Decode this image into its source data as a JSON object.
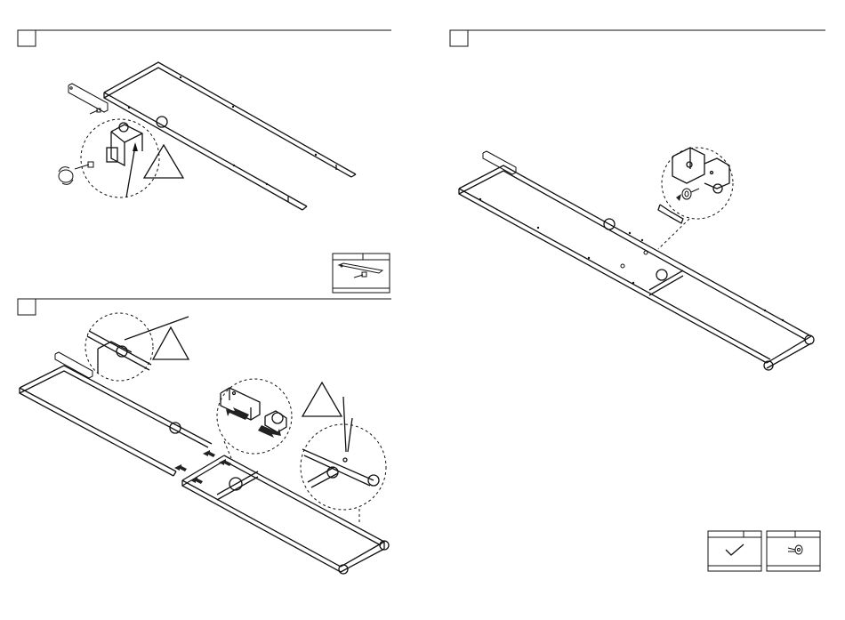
{
  "page": {
    "steps": [
      {
        "number": "",
        "panel": "top-left"
      },
      {
        "number": "",
        "panel": "bottom-left"
      },
      {
        "number": "",
        "panel": "right"
      }
    ],
    "parts_boxes": [
      {
        "name": "bracket-and-screw",
        "icon": "bracket-screw-icon"
      },
      {
        "name": "allen-key",
        "icon": "allen-key-icon"
      },
      {
        "name": "bolt",
        "icon": "bolt-icon"
      }
    ],
    "warning_icons": [
      "warning-triangle-icon",
      "warning-triangle-icon",
      "warning-triangle-icon"
    ],
    "colors": {
      "line": "#111111",
      "background": "#ffffff",
      "arrow_fill": "#222222"
    }
  }
}
